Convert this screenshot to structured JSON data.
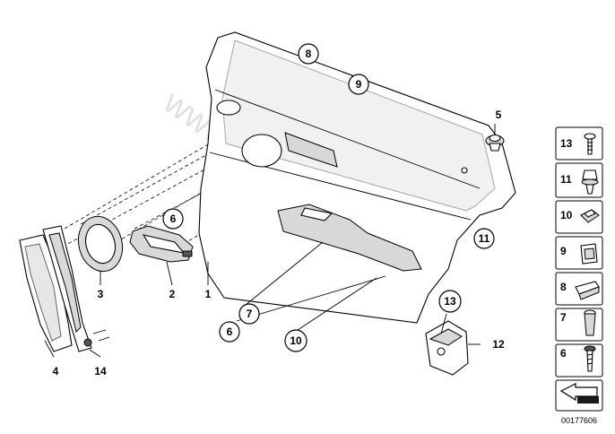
{
  "callouts": {
    "c1": "1",
    "c2": "2",
    "c3": "3",
    "c4": "4",
    "c5": "5",
    "c6a": "6",
    "c6b": "6",
    "c7": "7",
    "c8": "8",
    "c9": "9",
    "c10": "10",
    "c11": "11",
    "c12": "12",
    "c13": "13",
    "c14": "14"
  },
  "legend": [
    {
      "number": "13",
      "icon": "push-rivet-icon"
    },
    {
      "number": "11",
      "icon": "expanding-clip-icon"
    },
    {
      "number": "10",
      "icon": "clip-nut-icon"
    },
    {
      "number": "9",
      "icon": "spring-clip-icon"
    },
    {
      "number": "8",
      "icon": "retainer-clip-icon"
    },
    {
      "number": "7",
      "icon": "plastic-expanding-rivet-icon"
    },
    {
      "number": "6",
      "icon": "screw-icon"
    },
    {
      "number": "",
      "icon": "arrow-icon"
    }
  ],
  "watermark": "www.BMWstore.ru",
  "diagram_ref": "00177606"
}
